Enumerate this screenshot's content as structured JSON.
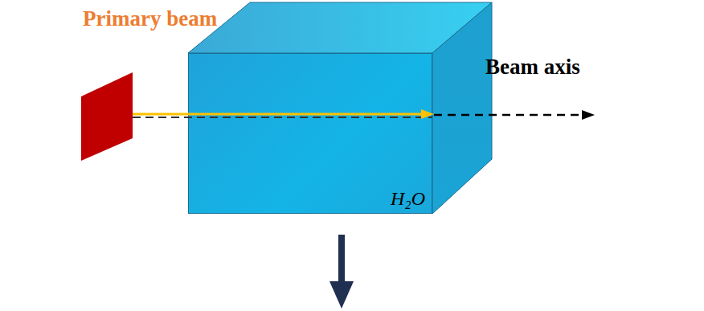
{
  "diagram": {
    "nodes": [
      {
        "text": [
          "H₂O"
        ]
      }
    ],
    "labels": [
      "Primary beam",
      "Beam axis"
    ]
  }
}
